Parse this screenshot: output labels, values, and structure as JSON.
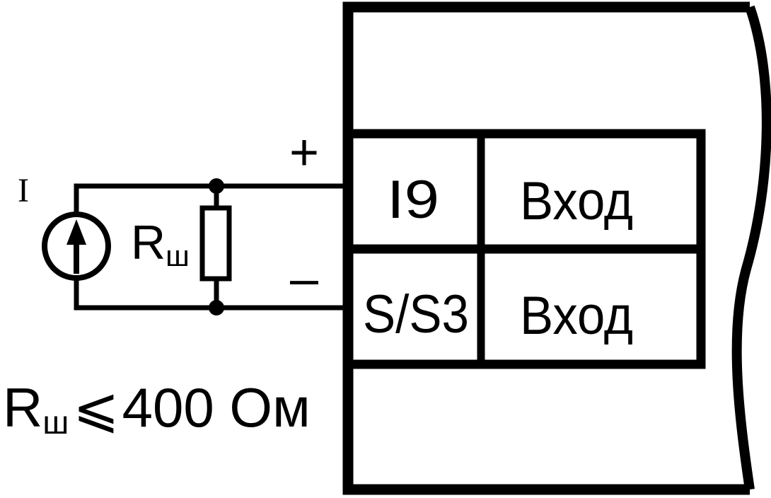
{
  "source": {
    "label": "I"
  },
  "resistor": {
    "symbol": "R",
    "subscript": "ш"
  },
  "polarity": {
    "plus": "+",
    "minus": "–"
  },
  "terminals": [
    {
      "name": "I9",
      "description": "Вход"
    },
    {
      "name": "S/S3",
      "description": "Вход"
    }
  ],
  "condition": {
    "symbol": "R",
    "subscript": "ш",
    "relation": "⩽",
    "value": "400 Ом"
  },
  "colors": {
    "ink": "#000000",
    "background": "#ffffff"
  }
}
